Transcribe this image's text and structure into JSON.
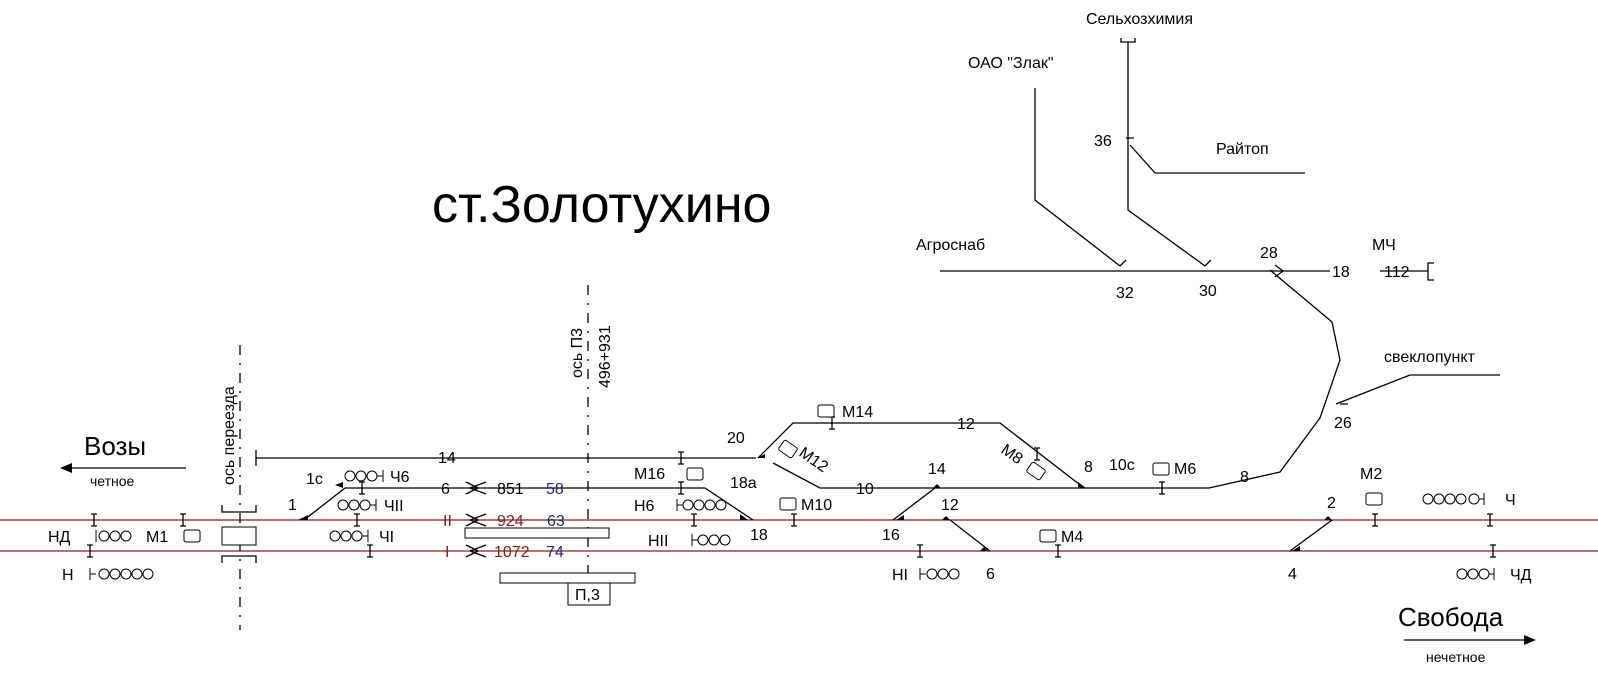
{
  "diagram": {
    "title": "ст.Золотухино",
    "directions": {
      "left_name": "Возы",
      "left_sub": "четное",
      "right_name": "Свобода",
      "right_sub": "нечетное"
    },
    "axes": {
      "crossing": "ось переезда",
      "p3": "ось П3",
      "p3_km": "496+931"
    },
    "platform": {
      "label": "П,3"
    },
    "branches": {
      "selkhoz": "Сельхозхимия",
      "zlak": "ОАО \"Злак\"",
      "raitop": "Райтоп",
      "agrosnab": "Агроснаб",
      "mch": "МЧ",
      "sveklo": "свеклопункт"
    },
    "tracks": {
      "t1_name": "I",
      "t1_len": "1072",
      "t1_num": "74",
      "t2_name": "II",
      "t2_len": "924",
      "t2_num": "63",
      "t6_len": "851",
      "t6_num": "58",
      "t6": "6",
      "t14": "14",
      "t12": "12",
      "t10": "10",
      "t8": "8",
      "t8b": "8",
      "t18": "18",
      "t112": "112"
    },
    "switches": {
      "s1": "1",
      "s1c": "1с",
      "s2": "2",
      "s4": "4",
      "s6": "6",
      "s8": "8",
      "s10c": "10с",
      "s12": "12",
      "s14": "14",
      "s16": "16",
      "s18": "18",
      "s18a": "18а",
      "s20": "20",
      "s26": "26",
      "s28": "28",
      "s30": "30",
      "s32": "32",
      "s36": "36"
    },
    "signals": {
      "nd": "НД",
      "n": "Н",
      "m1": "М1",
      "ch6": "Ч6",
      "chii": "ЧII",
      "chi": "ЧI",
      "m16": "М16",
      "n6": "Н6",
      "nii": "НII",
      "m10": "М10",
      "m14": "М14",
      "m12": "М12",
      "m8": "М8",
      "m6": "М6",
      "ni": "НI",
      "m4": "М4",
      "m2": "М2",
      "ch": "Ч",
      "chd": "ЧД"
    }
  }
}
